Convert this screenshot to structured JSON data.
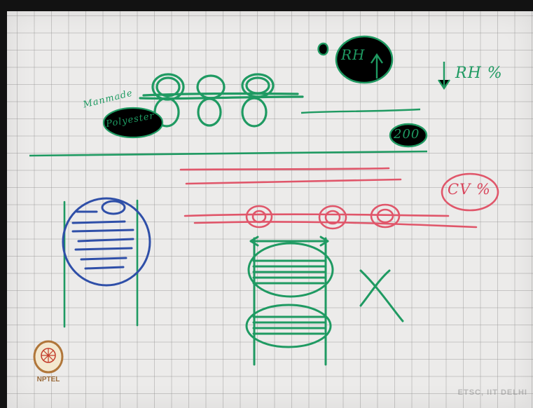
{
  "board": {
    "labels": {
      "rh_up": "RH",
      "rh_percent": "RH %",
      "manmade": "Manmade",
      "polyester": "Polyester",
      "count": "200",
      "cv": "CV %",
      "cross": "X"
    },
    "ink_colors": {
      "green": "#1f9a62",
      "red": "#e0566a",
      "blue": "#2f4fa8"
    }
  },
  "logo": {
    "text": "NPTEL"
  },
  "watermark": {
    "text": "ETSC, IIT DELHI"
  }
}
